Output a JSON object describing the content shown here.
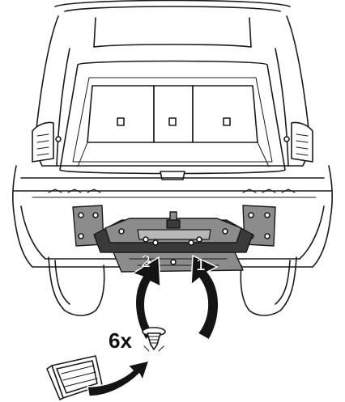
{
  "steps": {
    "step1_label": "1",
    "step2_label": "2"
  },
  "fastener": {
    "quantity_label": "6x"
  },
  "icons": {
    "vehicle": "car-rear-view-icon",
    "tow_bar_bracket": "tow-bar-bracket-icon",
    "clip": "push-clip-icon",
    "bin": "parts-tray-icon"
  },
  "colors": {
    "line": "#1a1a1a",
    "part_fill": "#8c8c8c",
    "arrow_fill": "#141414",
    "background": "#ffffff"
  }
}
